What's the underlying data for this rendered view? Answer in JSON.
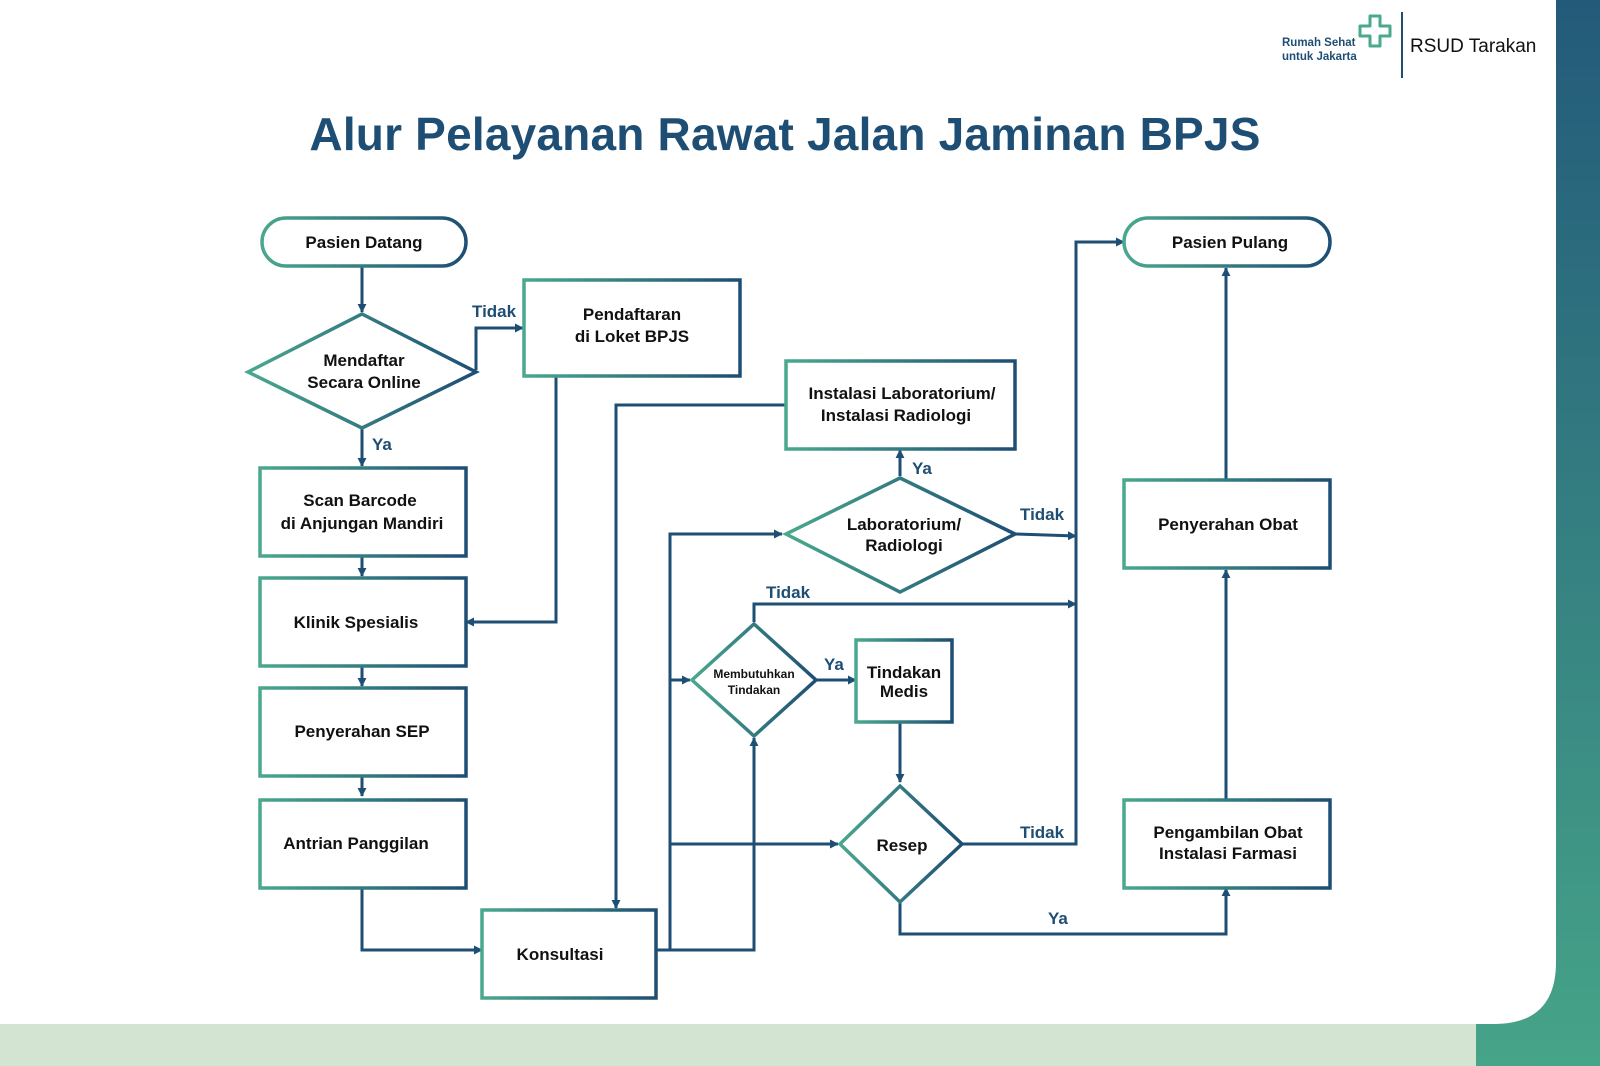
{
  "brand": {
    "tagline_line1": "Rumah Sehat",
    "tagline_line2": "untuk Jakarta",
    "hospital_name": "RSUD Tarakan"
  },
  "title": "Alur Pelayanan Rawat Jalan Jaminan BPJS",
  "colors": {
    "primary": "#1e4e74",
    "accent": "#4aa88e",
    "footer_band": "#d3e4d3"
  },
  "nodes": {
    "pasien_datang": "Pasien Datang",
    "mendaftar_online": [
      "Mendaftar",
      "Secara Online"
    ],
    "pendaftaran_loket": [
      "Pendaftaran",
      "di Loket BPJS"
    ],
    "scan_barcode": [
      "Scan Barcode",
      "di Anjungan Mandiri"
    ],
    "klinik_spesialis": "Klinik Spesialis",
    "penyerahan_sep": "Penyerahan SEP",
    "antrian_panggilan": "Antrian Panggilan",
    "konsultasi": "Konsultasi",
    "instalasi_lab": [
      "Instalasi Laboratorium/",
      "Instalasi Radiologi"
    ],
    "lab_radiologi": [
      "Laboratorium/",
      "Radiologi"
    ],
    "membutuhkan_tindakan": [
      "Membutuhkan",
      "Tindakan"
    ],
    "tindakan_medis": [
      "Tindakan",
      "Medis"
    ],
    "resep": "Resep",
    "pasien_pulang": "Pasien Pulang",
    "penyerahan_obat": "Penyerahan Obat",
    "pengambilan_obat": [
      "Pengambilan Obat",
      "Instalasi Farmasi"
    ]
  },
  "edge_labels": {
    "online_tidak": "Tidak",
    "online_ya": "Ya",
    "lab_ya": "Ya",
    "lab_tidak": "Tidak",
    "tindakan_tidak": "Tidak",
    "tindakan_ya": "Ya",
    "resep_tidak": "Tidak",
    "resep_ya": "Ya"
  }
}
